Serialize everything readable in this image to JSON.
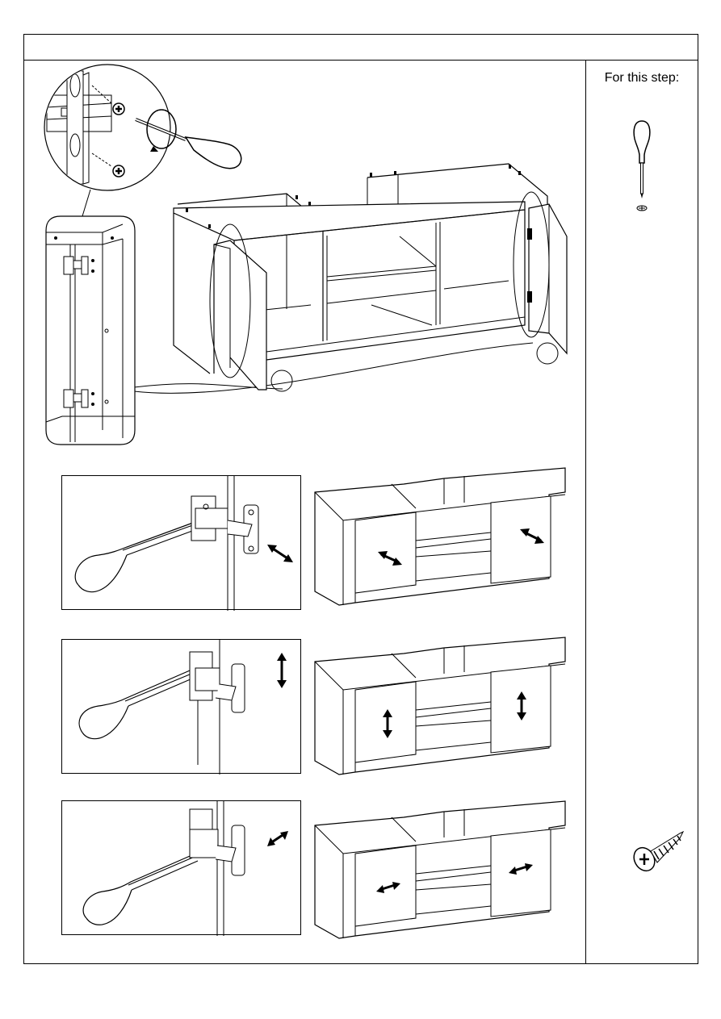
{
  "sidebar": {
    "tools_label": "For this step:"
  },
  "steps": [
    {
      "adjustment": "depth"
    },
    {
      "adjustment": "height"
    },
    {
      "adjustment": "side"
    }
  ],
  "icons": {
    "screwdriver": "screwdriver-icon",
    "screw": "screw-icon",
    "rotate": "rotate-arrow-icon"
  }
}
